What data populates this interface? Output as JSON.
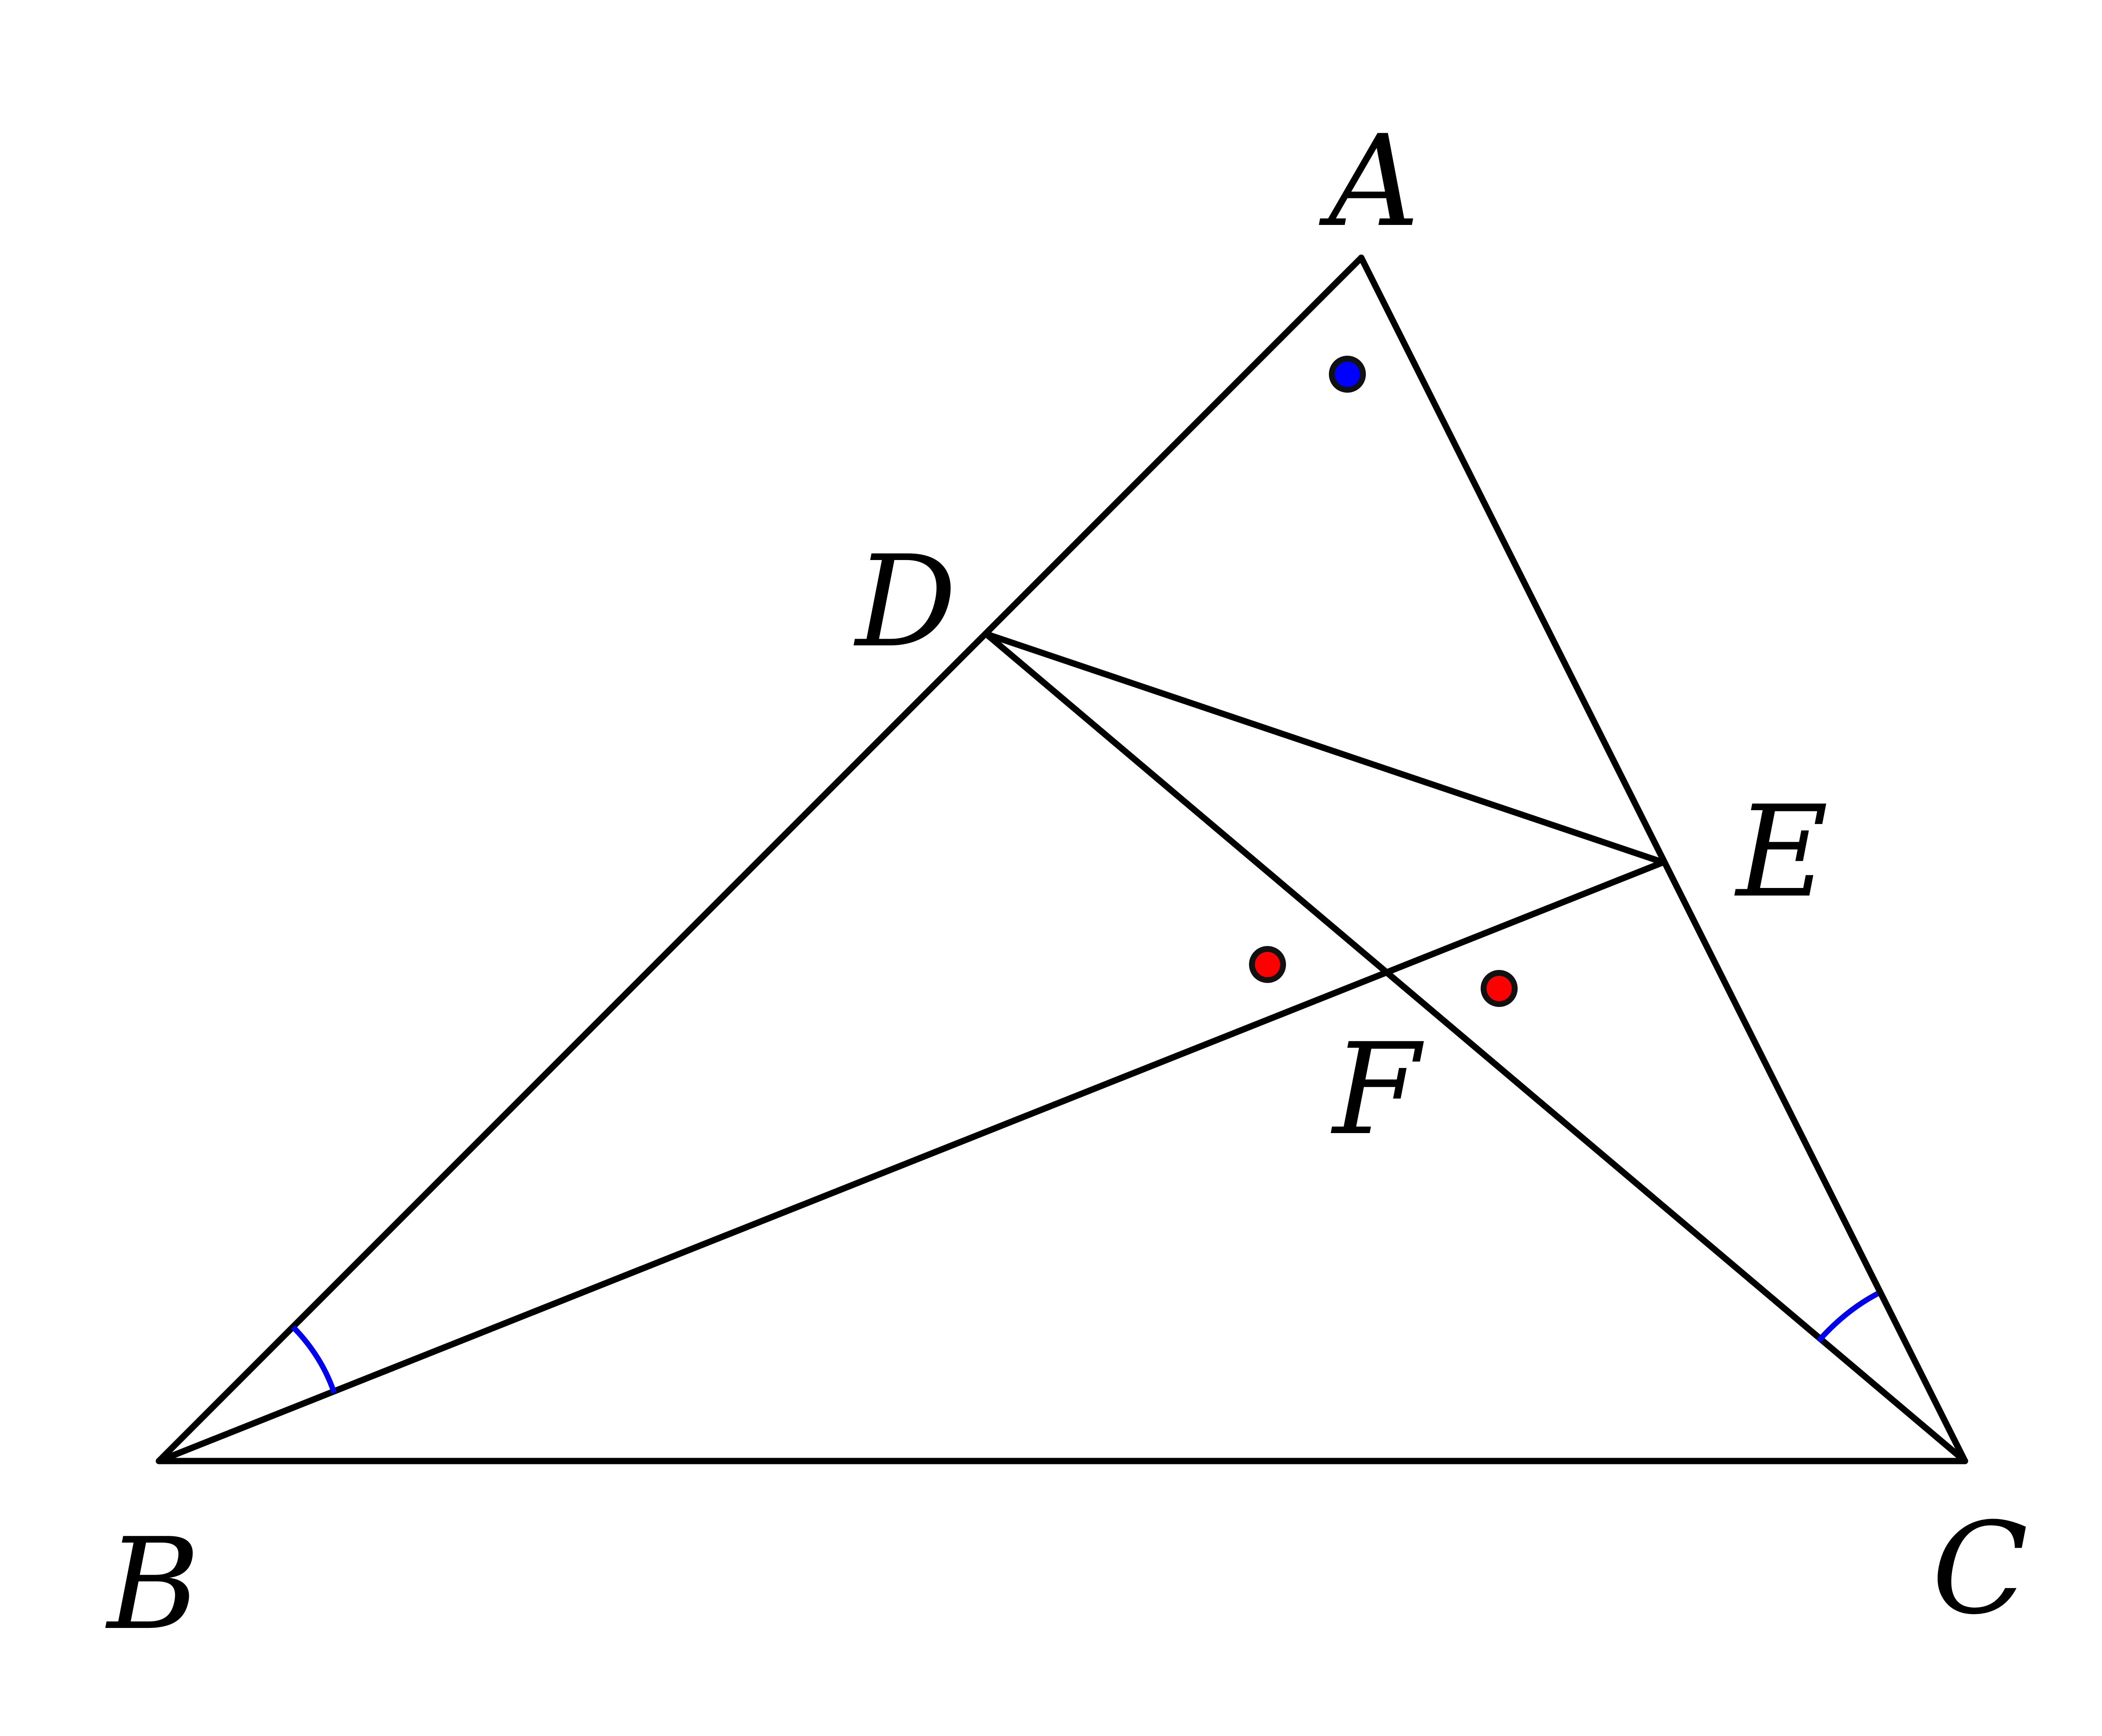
{
  "points": {
    "A": "A",
    "B": "B",
    "C": "C",
    "D": "D",
    "E": "E",
    "F": "F"
  },
  "segments": [
    "AB",
    "AC",
    "BC",
    "DE",
    "BE",
    "DC"
  ],
  "angle_marks": [
    "ABE",
    "ACD"
  ],
  "markers": {
    "blue_dot": "#0000ff",
    "red_dot": "#ff0000"
  }
}
